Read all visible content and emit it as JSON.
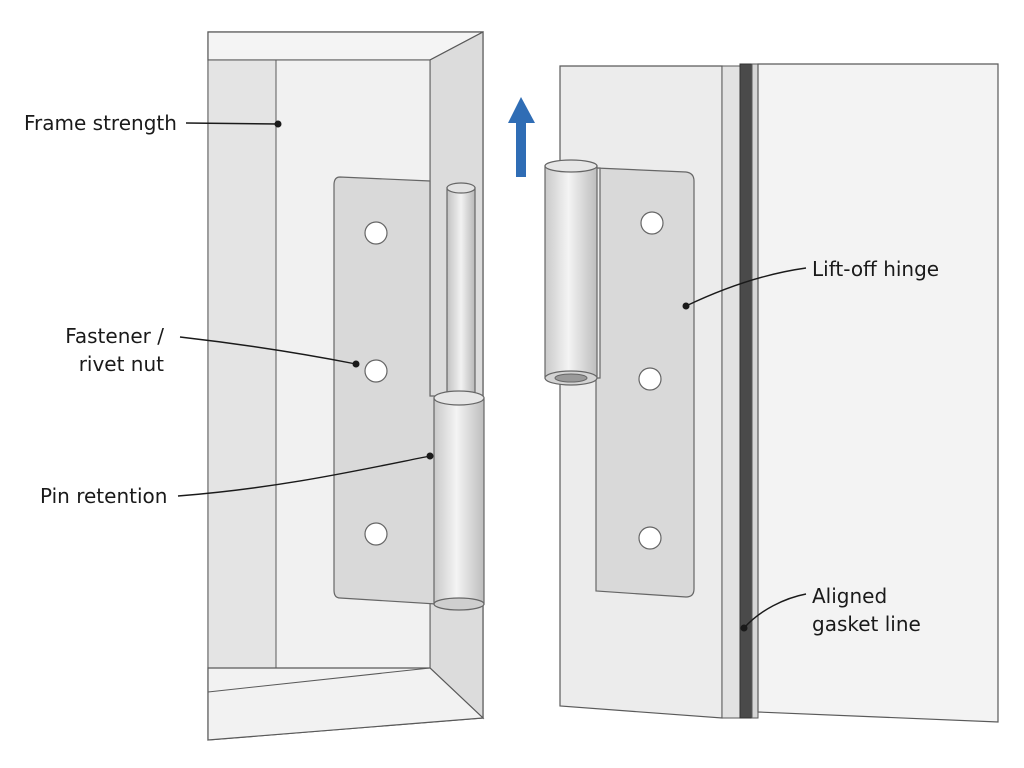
{
  "callouts": {
    "frame_strength": "Frame strength",
    "fastener_line1": "Fastener /",
    "fastener_line2": "rivet nut",
    "pin_retention": "Pin retention",
    "lift_off_hinge": "Lift-off hinge",
    "gasket_line1": "Aligned",
    "gasket_line2": "gasket line"
  },
  "icons": {
    "lift_arrow": "arrow-up-icon"
  },
  "colors": {
    "arrow": "#2f6db5",
    "gasket": "#4a4a4a"
  }
}
